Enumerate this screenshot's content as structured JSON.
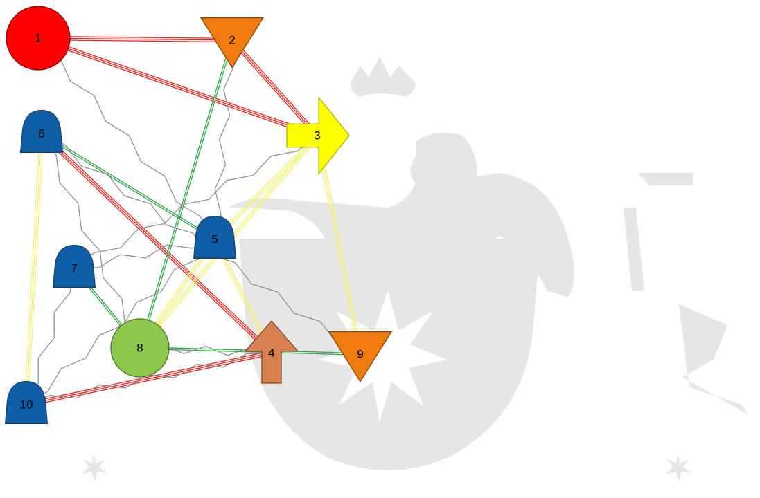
{
  "nodes": [
    {
      "id": "1",
      "label": "1",
      "shape": "circle",
      "color": "#ff0000"
    },
    {
      "id": "2",
      "label": "2",
      "shape": "triangle-down",
      "color": "#f07c10"
    },
    {
      "id": "3",
      "label": "3",
      "shape": "arrow-right",
      "color": "#ffff00"
    },
    {
      "id": "4",
      "label": "4",
      "shape": "arrow-up",
      "color": "#d98050"
    },
    {
      "id": "5",
      "label": "5",
      "shape": "bell",
      "color": "#0e5fa8"
    },
    {
      "id": "6",
      "label": "6",
      "shape": "bell",
      "color": "#0e5fa8"
    },
    {
      "id": "7",
      "label": "7",
      "shape": "bell",
      "color": "#0e5fa8"
    },
    {
      "id": "8",
      "label": "8",
      "shape": "circle",
      "color": "#8cc84b"
    },
    {
      "id": "9",
      "label": "9",
      "shape": "triangle-down",
      "color": "#f07c10"
    },
    {
      "id": "10",
      "label": "10",
      "shape": "bell",
      "color": "#0e5fa8"
    }
  ],
  "edge_styles": {
    "red": {
      "color": "#ee2222",
      "lines": 3
    },
    "yellow": {
      "color": "#f4f07a",
      "lines": 3
    },
    "green": {
      "color": "#2aa84a",
      "lines": 2
    },
    "gray": {
      "color": "#8a8a8a",
      "lines": 1
    }
  },
  "edges": [
    {
      "from": "1",
      "to": "2",
      "style": "red"
    },
    {
      "from": "1",
      "to": "3",
      "style": "red"
    },
    {
      "from": "2",
      "to": "3",
      "style": "red"
    },
    {
      "from": "6",
      "to": "4",
      "style": "red"
    },
    {
      "from": "10",
      "to": "4",
      "style": "red"
    },
    {
      "from": "3",
      "to": "9",
      "style": "yellow"
    },
    {
      "from": "3",
      "to": "5",
      "style": "yellow"
    },
    {
      "from": "3",
      "to": "8",
      "style": "yellow"
    },
    {
      "from": "5",
      "to": "4",
      "style": "yellow"
    },
    {
      "from": "6",
      "to": "10",
      "style": "yellow"
    },
    {
      "from": "5",
      "to": "8",
      "style": "yellow"
    },
    {
      "from": "2",
      "to": "8",
      "style": "green"
    },
    {
      "from": "6",
      "to": "5",
      "style": "green"
    },
    {
      "from": "7",
      "to": "8",
      "style": "green"
    },
    {
      "from": "8",
      "to": "9",
      "style": "green"
    },
    {
      "from": "1",
      "to": "5",
      "style": "gray"
    },
    {
      "from": "2",
      "to": "5",
      "style": "gray"
    },
    {
      "from": "3",
      "to": "7",
      "style": "gray"
    },
    {
      "from": "6",
      "to": "8",
      "style": "gray"
    },
    {
      "from": "6",
      "to": "9",
      "style": "gray"
    },
    {
      "from": "5",
      "to": "10",
      "style": "gray"
    },
    {
      "from": "7",
      "to": "10",
      "style": "gray"
    },
    {
      "from": "8",
      "to": "4",
      "style": "gray"
    },
    {
      "from": "10",
      "to": "4",
      "style": "gray"
    },
    {
      "from": "5",
      "to": "7",
      "style": "gray"
    }
  ]
}
